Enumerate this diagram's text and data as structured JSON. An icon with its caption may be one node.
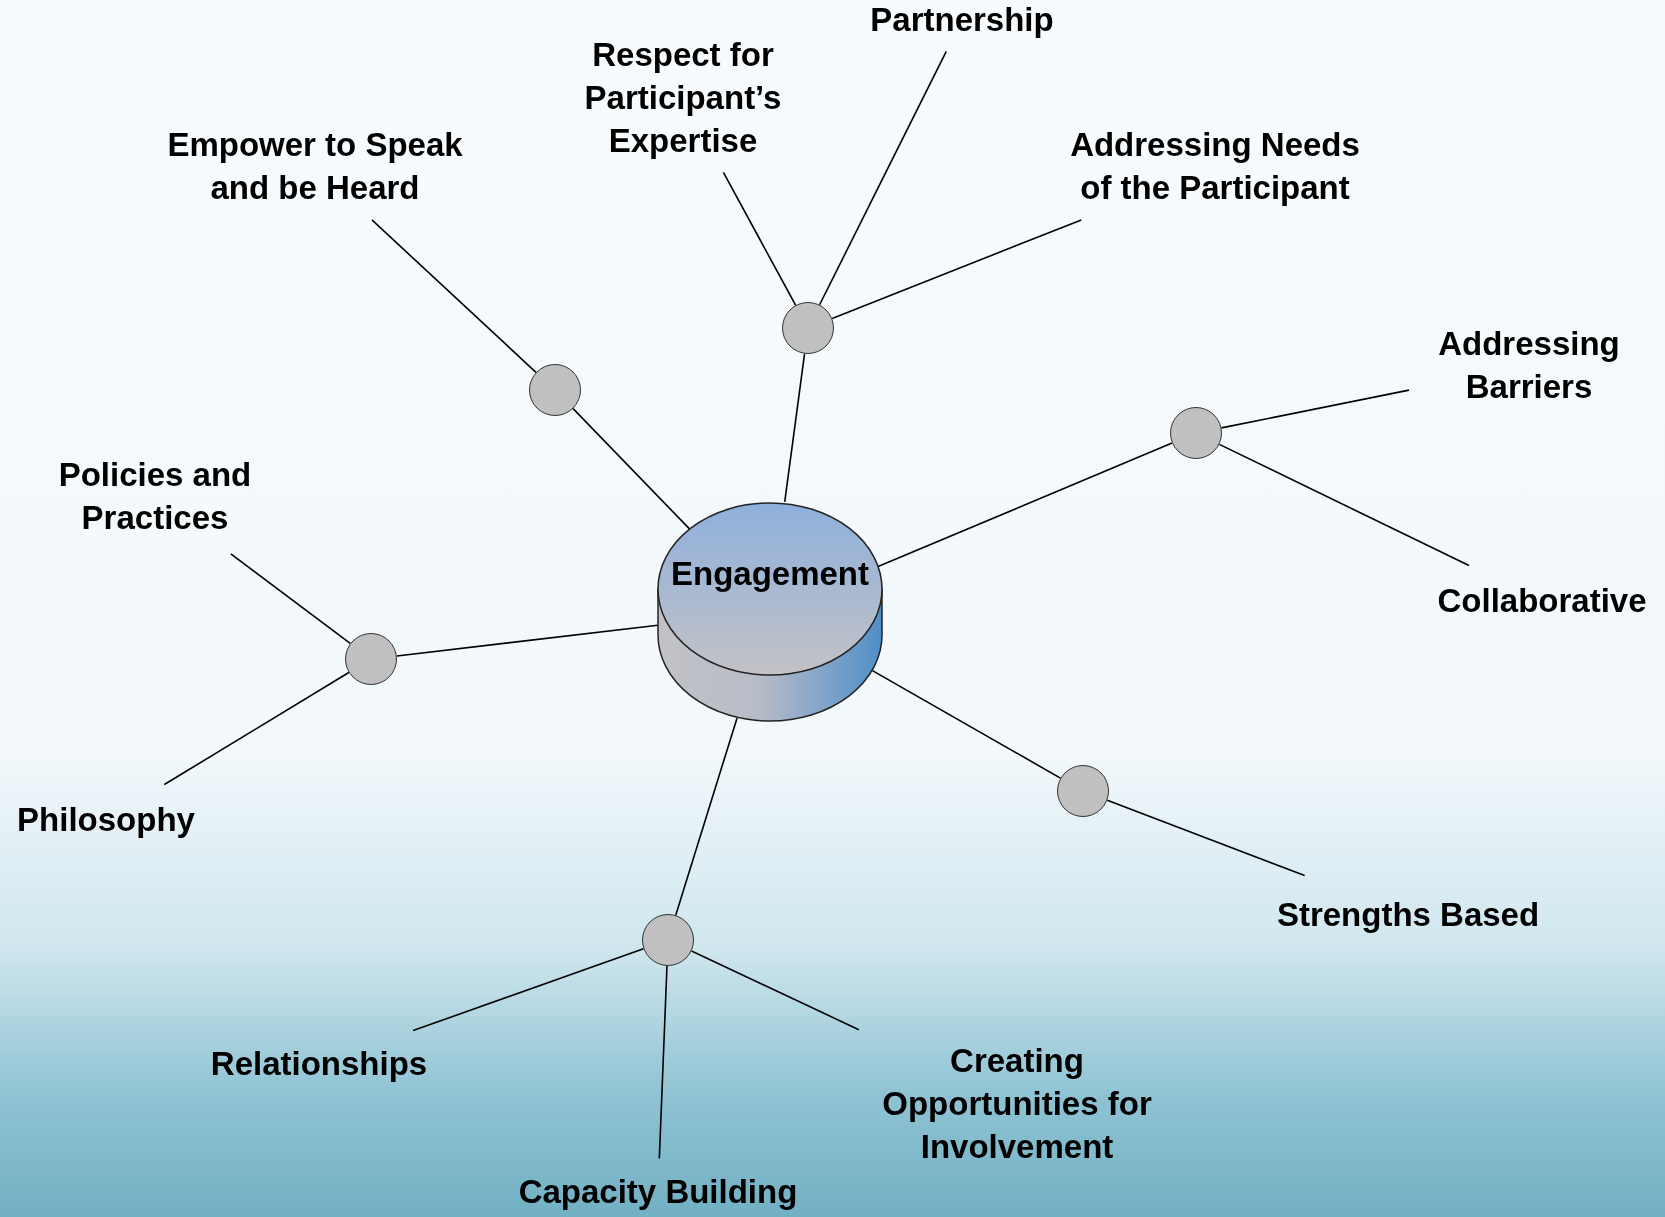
{
  "diagram": {
    "nodes": [
      {
        "text": [
          "Partnership"
        ]
      },
      {
        "text": [
          "Respect for Participant’s Expertise"
        ]
      },
      {
        "text": [
          "Empower to Speak and be Heard"
        ]
      },
      {
        "text": [
          "Addressing Needs of the Participant"
        ]
      },
      {
        "text": [],
        "shape": "circle"
      },
      {
        "text": [
          "Addressing Barriers"
        ]
      },
      {
        "text": [],
        "shape": "circle"
      },
      {
        "text": [],
        "shape": "circle"
      },
      {
        "text": [
          "Policies and Practices"
        ]
      },
      {
        "text": [
          "Engagement"
        ]
      },
      {
        "text": [
          "Collaborative"
        ]
      },
      {
        "text": [],
        "shape": "circle"
      },
      {
        "text": [],
        "shape": "circle"
      },
      {
        "text": [
          "Philosophy"
        ]
      },
      {
        "text": [
          "Strengths Based"
        ]
      },
      {
        "text": [],
        "shape": "circle"
      },
      {
        "text": [
          "Relationships"
        ]
      },
      {
        "text": [
          "Creating Opportunities for Involvement"
        ]
      },
      {
        "text": [
          "Capacity Building"
        ]
      }
    ],
    "edges": [
      {
        "from": 9,
        "to": 6,
        "arrow": "none"
      },
      {
        "from": 6,
        "to": 2,
        "arrow": "none"
      },
      {
        "from": 9,
        "to": 4,
        "arrow": "none"
      },
      {
        "from": 4,
        "to": 1,
        "arrow": "none"
      },
      {
        "from": 4,
        "to": 0,
        "arrow": "none"
      },
      {
        "from": 4,
        "to": 3,
        "arrow": "none"
      },
      {
        "from": 9,
        "to": 7,
        "arrow": "none"
      },
      {
        "from": 7,
        "to": 5,
        "arrow": "none"
      },
      {
        "from": 7,
        "to": 10,
        "arrow": "none"
      },
      {
        "from": 9,
        "to": 11,
        "arrow": "none"
      },
      {
        "from": 11,
        "to": 8,
        "arrow": "none"
      },
      {
        "from": 11,
        "to": 13,
        "arrow": "none"
      },
      {
        "from": 9,
        "to": 12,
        "arrow": "none"
      },
      {
        "from": 12,
        "to": 14,
        "arrow": "none"
      },
      {
        "from": 9,
        "to": 15,
        "arrow": "none"
      },
      {
        "from": 15,
        "to": 16,
        "arrow": "none"
      },
      {
        "from": 15,
        "to": 18,
        "arrow": "none"
      },
      {
        "from": 15,
        "to": 17,
        "arrow": "none"
      }
    ]
  }
}
